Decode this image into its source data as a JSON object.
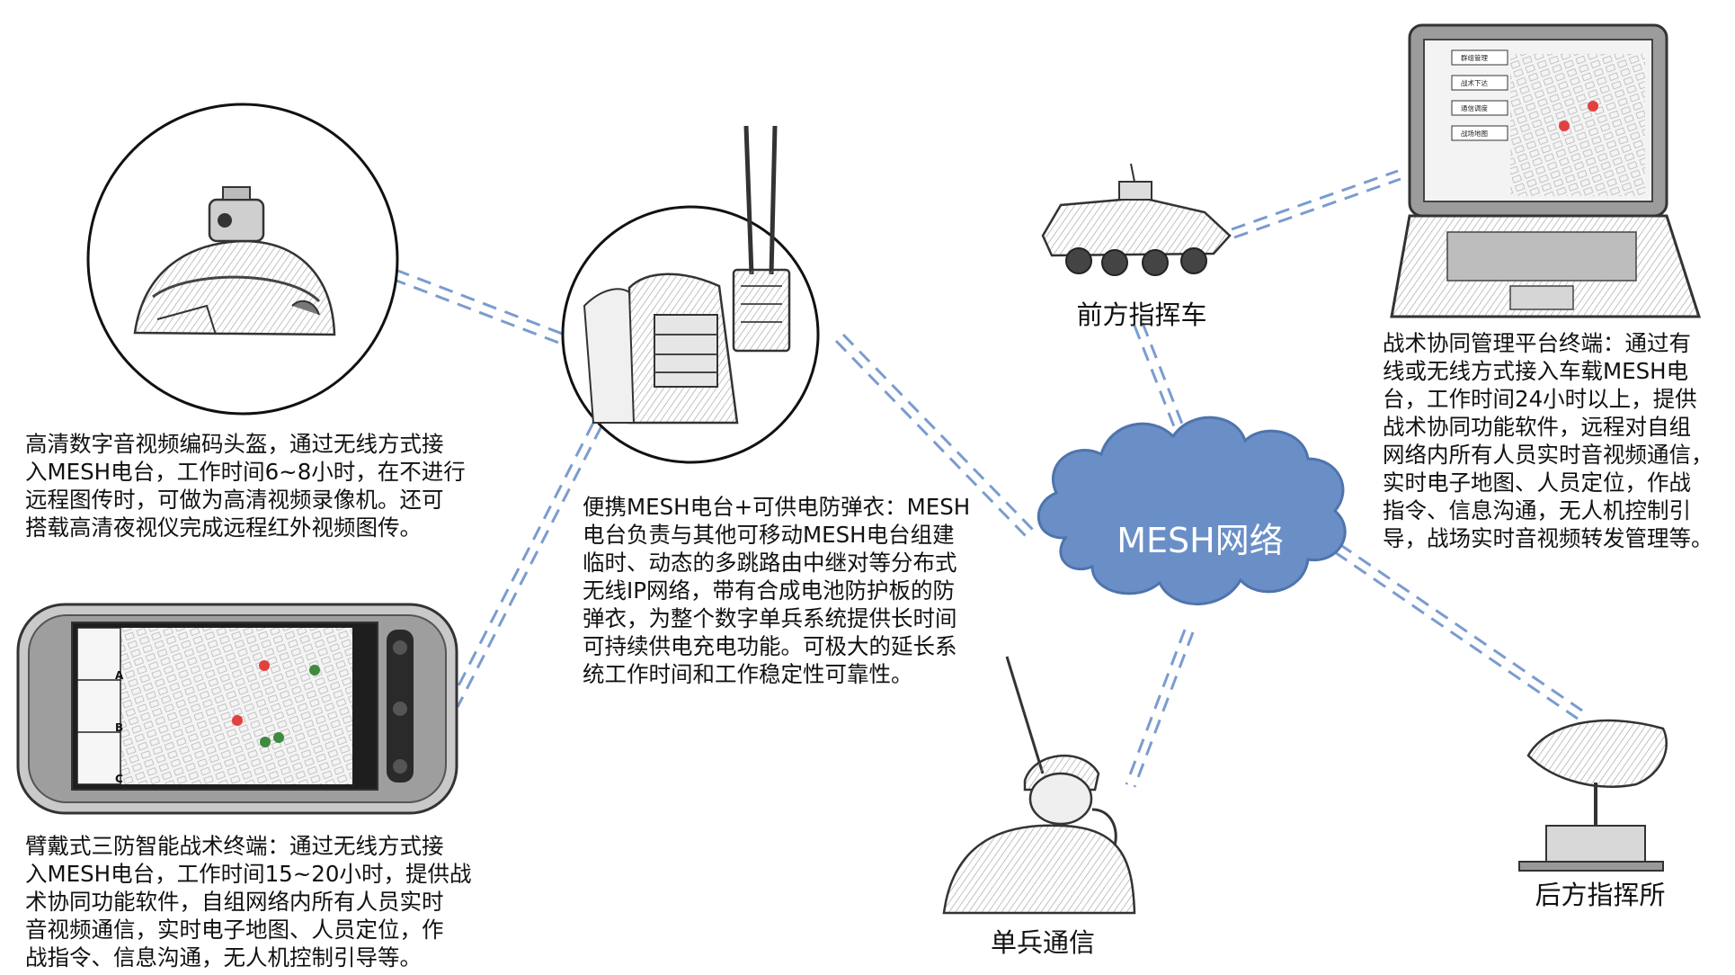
{
  "nodes": {
    "helmet": {
      "description": "高清数字音视频编码头盔，通过无线方式接\n入MESH电台，工作时间6~8小时，在不进行\n远程图传时，可做为高清视频录像机。还可\n搭载高清夜视仪完成远程红外视频图传。"
    },
    "radio_vest": {
      "description": "便携MESH电台+可供电防弹衣：MESH\n电台负责与其他可移动MESH电台组建\n临时、动态的多跳路由中继对等分布式\n无线IP网络，带有合成电池防护板的防\n弹衣，为整个数字单兵系统提供长时间\n可持续供电充电功能。可极大的延长系\n统工作时间和工作稳定性可靠性。"
    },
    "arm_terminal": {
      "description": "臂戴式三防智能战术终端：通过无线方式接\n入MESH电台，工作时间15~20小时，提供战\n术协同功能软件，自组网络内所有人员实时\n音视频通信，实时电子地图、人员定位，作\n战指令、信息沟通，无人机控制引导等。",
      "side_keys": [
        "A",
        "B",
        "C"
      ]
    },
    "front_command": {
      "label": "前方指挥车"
    },
    "laptop_terminal": {
      "description": "战术协同管理平台终端：通过有\n线或无线方式接入车载MESH电\n台，工作时间24小时以上，提供\n战术协同功能软件，远程对自组\n网络内所有人员实时音视频通信，\n实时电子地图、人员定位，作战\n指令、信息沟通，无人机控制引\n导，战场实时音视频转发管理等。",
      "menu": [
        "群组管理",
        "战术下达",
        "通信调度",
        "战场地图"
      ]
    },
    "soldier": {
      "label": "单兵通信"
    },
    "rear_command": {
      "label": "后方指挥所"
    },
    "network": {
      "label": "MESH网络"
    }
  },
  "colors": {
    "link": "#7a9ccf",
    "cloud_fill": "#6a8fc7",
    "cloud_stroke": "#4f74ad"
  }
}
